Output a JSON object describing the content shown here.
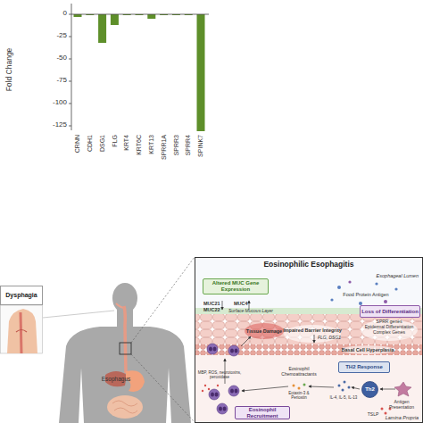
{
  "diagram": {
    "nodes": [
      {
        "text": [
          "Dysphagia"
        ]
      },
      {
        "text": [
          "Eosinophilic Esophagitis"
        ]
      },
      {
        "text": [
          "Altered MUC Gene Expression"
        ],
        "in": 1
      },
      {
        "text": [
          "Loss of Differentiation"
        ],
        "in": 1
      },
      {
        "text": [
          "TH2 Response"
        ],
        "in": 1
      },
      {
        "text": [
          "Th2"
        ],
        "in": 1
      },
      {
        "text": [
          "Eosinophil Recruitment"
        ],
        "in": 1
      }
    ],
    "labels": [
      "Fold Change",
      "0",
      "-25",
      "-50",
      "-75",
      "-100",
      "-125",
      "CRNN",
      "CDH1",
      "DSG1",
      "FLG",
      "KRT4",
      "KRT6C",
      "KRT13",
      "SPRR1A",
      "SPRR3",
      "SPRR4",
      "SPINK7",
      "Esophagus",
      "Esophageal Lumen",
      "Food Protein Antigen",
      "MUC21",
      "MUC22",
      "MUC4",
      "Surface Mucous Layer",
      "SPRR genes",
      "Epidermal Differentiation Complex Genes",
      "Tissue Damage",
      "Impaired Barrier Integrity",
      "FLG, DSG1",
      "Basal Cell Hyperplasia",
      "Eosinophil Chemoattractants",
      "Eotaxin-3 & Periostin",
      "IL-4, IL-5, IL-13",
      "TSLP",
      "Antigen Presentation",
      "MBP, ROS, neurotoxins, peroxidase",
      "Lamina Propria"
    ]
  }
}
